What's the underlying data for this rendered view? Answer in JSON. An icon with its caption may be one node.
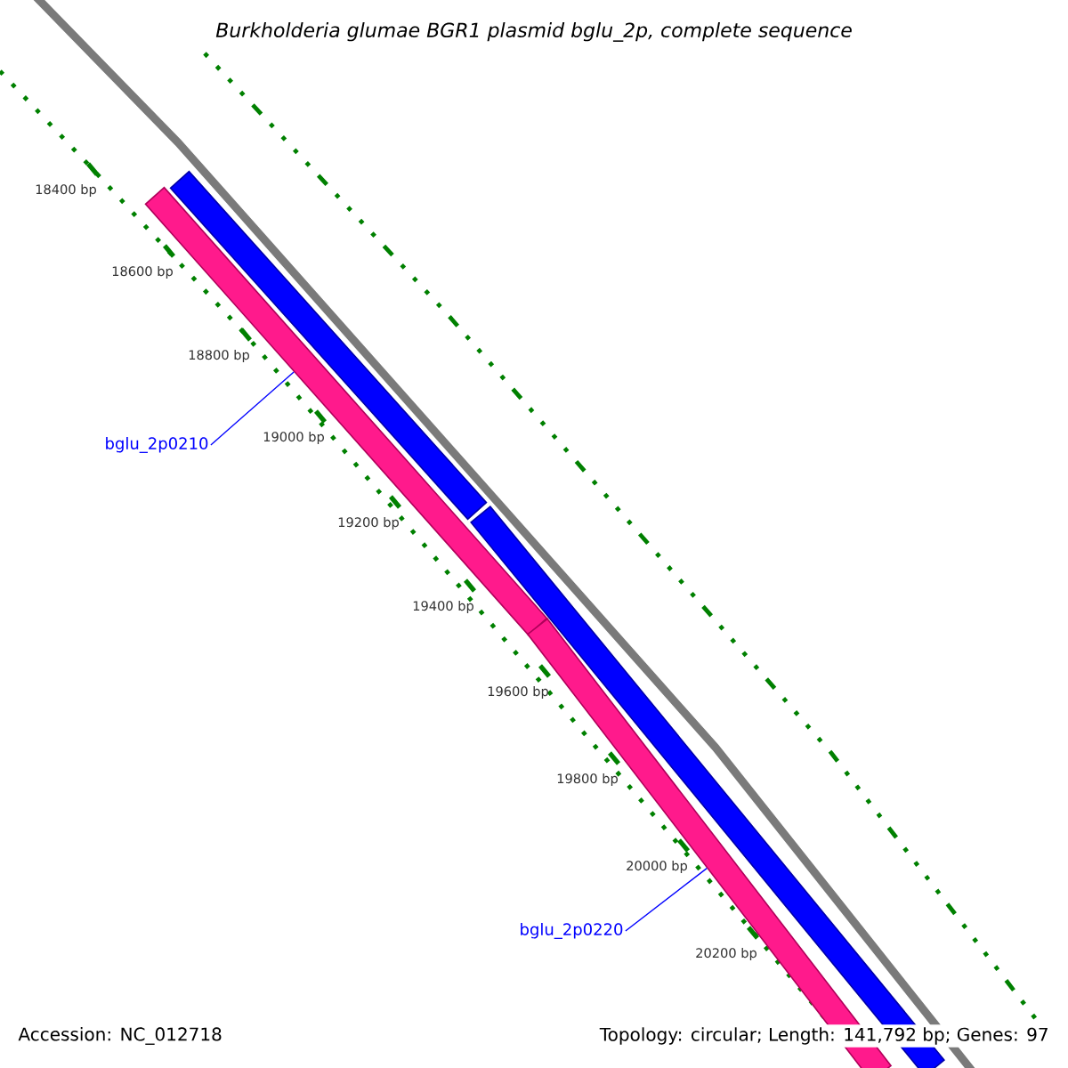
{
  "diagram": {
    "title": "Burkholderia glumae BGR1 plasmid bglu_2p, complete sequence",
    "nodes": [
      {
        "text": [],
        "shape": "bar"
      },
      {
        "text": [],
        "shape": "bar"
      },
      {
        "text": [
          "bglu_2p0210"
        ]
      },
      {
        "text": [],
        "shape": "bar"
      },
      {
        "text": [],
        "shape": "bar"
      },
      {
        "text": [
          "bglu_2p0220"
        ]
      }
    ],
    "edges": [
      {
        "from": 2,
        "to": 1,
        "arrow": "none"
      },
      {
        "from": 5,
        "to": 4,
        "arrow": "none"
      }
    ],
    "labels": [
      "18400 bp",
      "18600 bp",
      "18800 bp",
      "19000 bp",
      "19200 bp",
      "19400 bp",
      "19600 bp",
      "19800 bp",
      "20000 bp",
      "20200 bp",
      "Accession: NC_012718",
      "Topology: circular; Length: 141,792 bp; Genes: 97"
    ]
  }
}
